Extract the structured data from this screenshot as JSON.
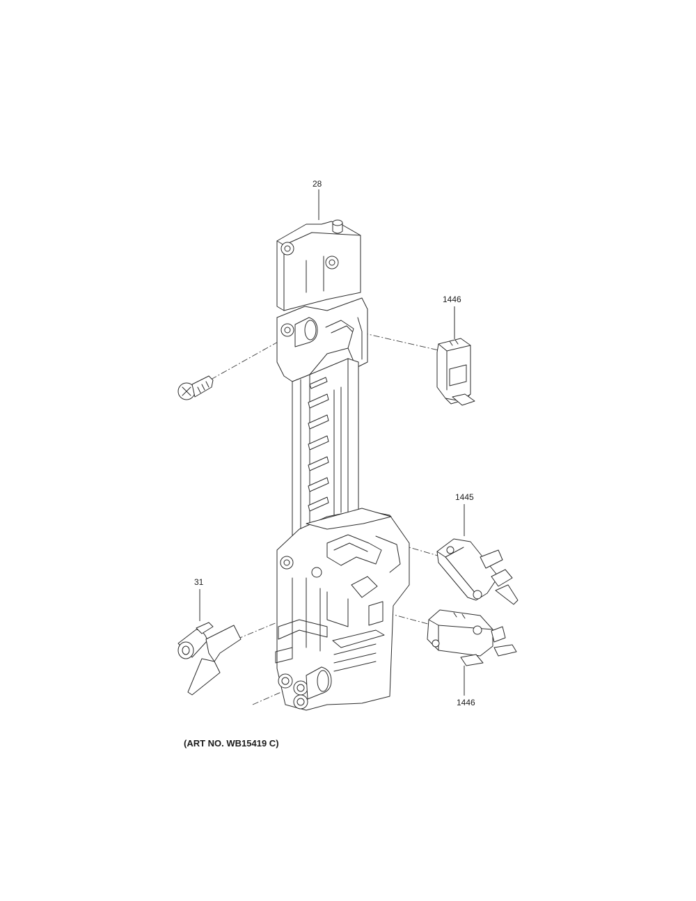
{
  "callouts": {
    "part_28": "28",
    "part_1446_top": "1446",
    "part_1445": "1445",
    "part_31": "31",
    "part_1446_bottom": "1446"
  },
  "art_number": "(ART NO. WB15419 C)"
}
